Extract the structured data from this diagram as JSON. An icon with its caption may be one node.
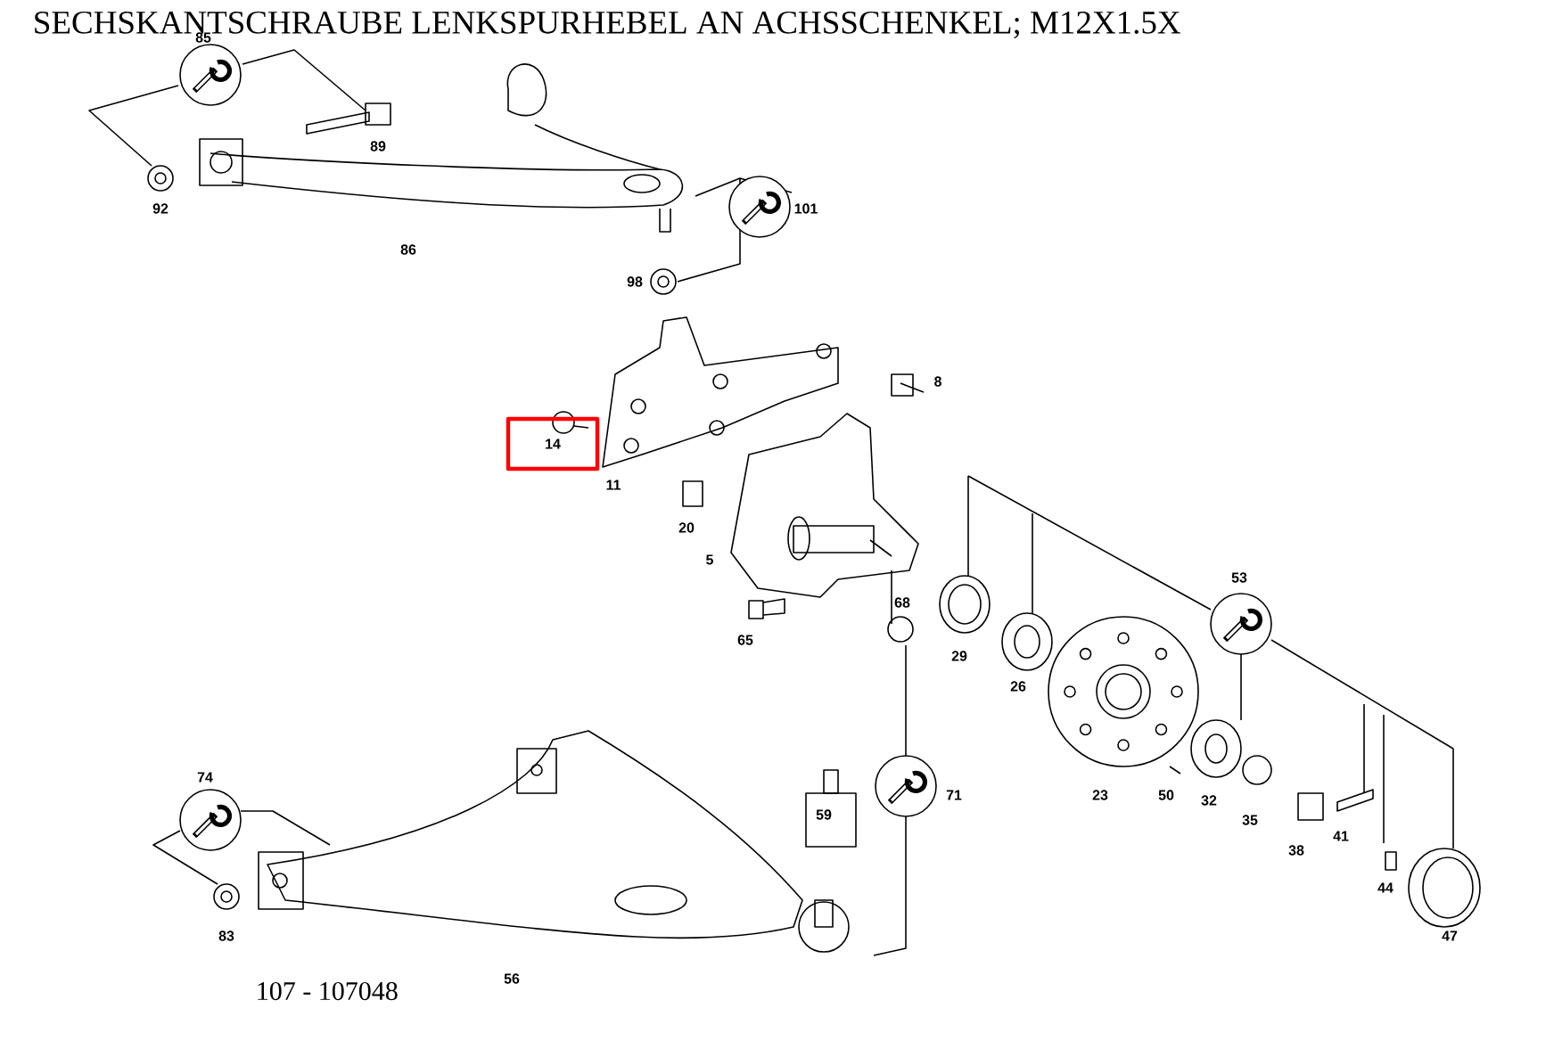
{
  "diagram": {
    "title": "SECHSKANTSCHRAUBE LENKSPURHEBEL AN ACHSSCHENKEL; M12X1.5X",
    "nodes": [
      {
        "text": [
          "14"
        ]
      }
    ],
    "labels": [
      "85",
      "89",
      "92",
      "101",
      "86",
      "98",
      "8",
      "11",
      "20",
      "5",
      "53",
      "68",
      "65",
      "29",
      "26",
      "23",
      "50",
      "32",
      "35",
      "71",
      "74",
      "59",
      "38",
      "41",
      "44",
      "47",
      "83",
      "56",
      "107 - 107048"
    ]
  }
}
